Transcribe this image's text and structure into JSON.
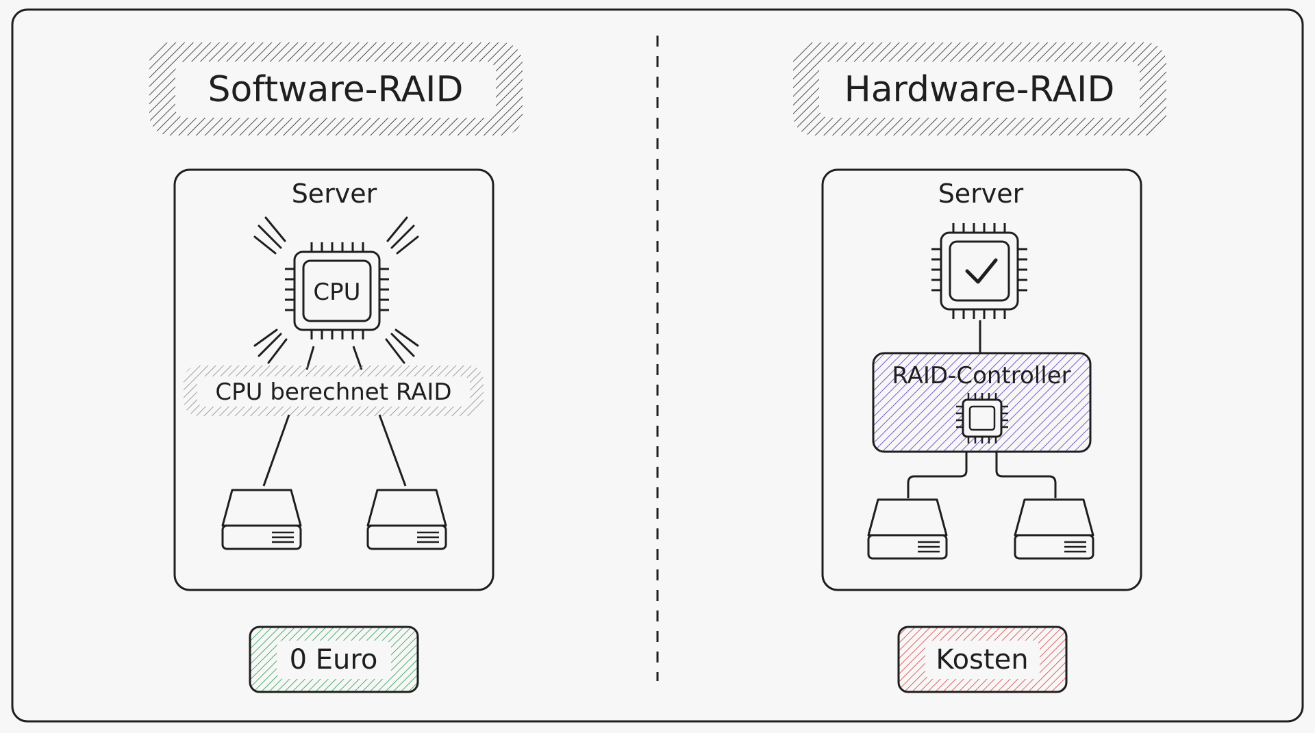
{
  "left": {
    "title": "Software-RAID",
    "server_label": "Server",
    "cpu_label": "CPU",
    "calc_label": "CPU berechnet RAID",
    "cost_label": "0 Euro",
    "cost_color": "#3aa55a"
  },
  "right": {
    "title": "Hardware-RAID",
    "server_label": "Server",
    "controller_label": "RAID-Controller",
    "controller_color": "#7b5cc6",
    "cost_label": "Kosten",
    "cost_color": "#d9534f"
  }
}
